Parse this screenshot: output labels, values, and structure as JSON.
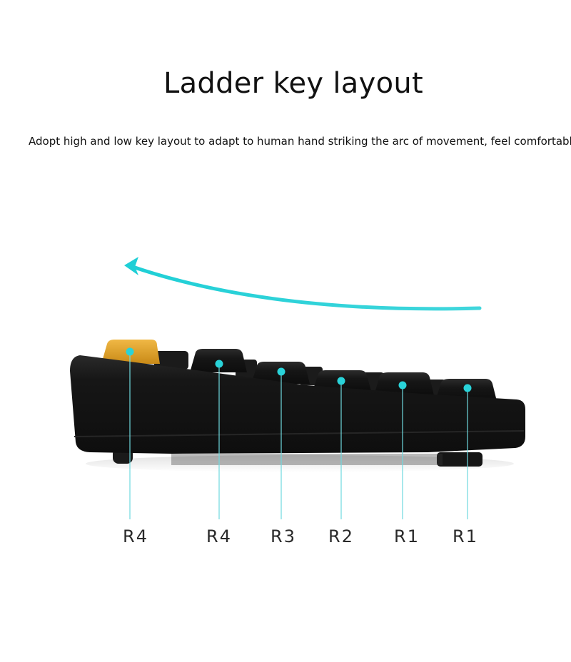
{
  "header": {
    "title": "Ladder key layout",
    "subtitle": "Adopt high and low key layout to adapt to human hand striking the arc of movement, feel comfortable"
  },
  "labels": [
    "R4",
    "R4",
    "R3",
    "R2",
    "R1",
    "R1"
  ],
  "colors": {
    "arrow": "#1fcfd6",
    "keyboard_body": "#141414",
    "keycap_dark": "#151515",
    "keycap_accent": "#e3a42a",
    "marker": "#29d3d9",
    "leader_line": "#6fd9de",
    "label_text": "#2a2a2a"
  }
}
